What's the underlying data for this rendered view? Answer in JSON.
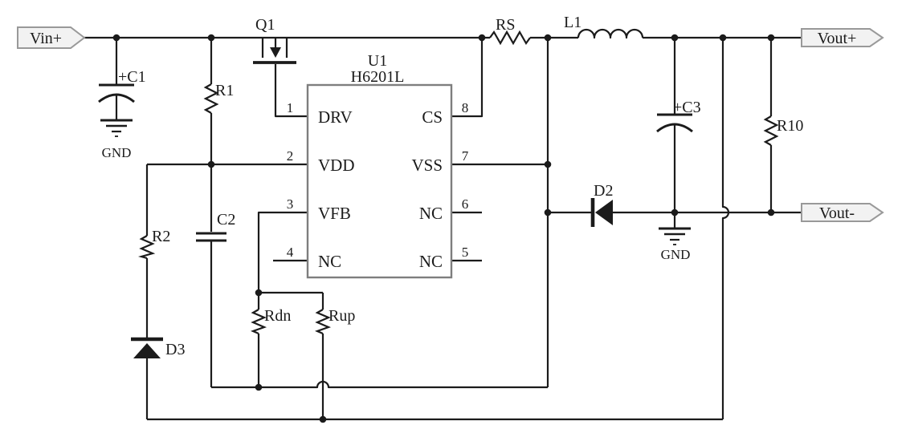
{
  "terminals": {
    "vin": "Vin+",
    "vout_p": "Vout+",
    "vout_m": "Vout-"
  },
  "ic": {
    "ref": "U1",
    "part": "H6201L",
    "pins": {
      "p1": {
        "num": "1",
        "label": "DRV"
      },
      "p2": {
        "num": "2",
        "label": "VDD"
      },
      "p3": {
        "num": "3",
        "label": "VFB"
      },
      "p4": {
        "num": "4",
        "label": "NC"
      },
      "p5": {
        "num": "5",
        "label": "NC"
      },
      "p6": {
        "num": "6",
        "label": "NC"
      },
      "p7": {
        "num": "7",
        "label": "VSS"
      },
      "p8": {
        "num": "8",
        "label": "CS"
      }
    }
  },
  "components": {
    "q1": "Q1",
    "c1": "+C1",
    "c2": "C2",
    "c3": "+C3",
    "r1": "R1",
    "r2": "R2",
    "r10": "R10",
    "rs": "RS",
    "rdn": "Rdn",
    "rup": "Rup",
    "l1": "L1",
    "d2": "D2",
    "d3": "D3",
    "gnd": "GND"
  },
  "colors": {
    "wire": "#1b1b1b",
    "ic_border": "#7e7e7e",
    "terminal_fill": "#f2f2f2",
    "terminal_border": "#999999",
    "text": "#1b1b1b"
  }
}
